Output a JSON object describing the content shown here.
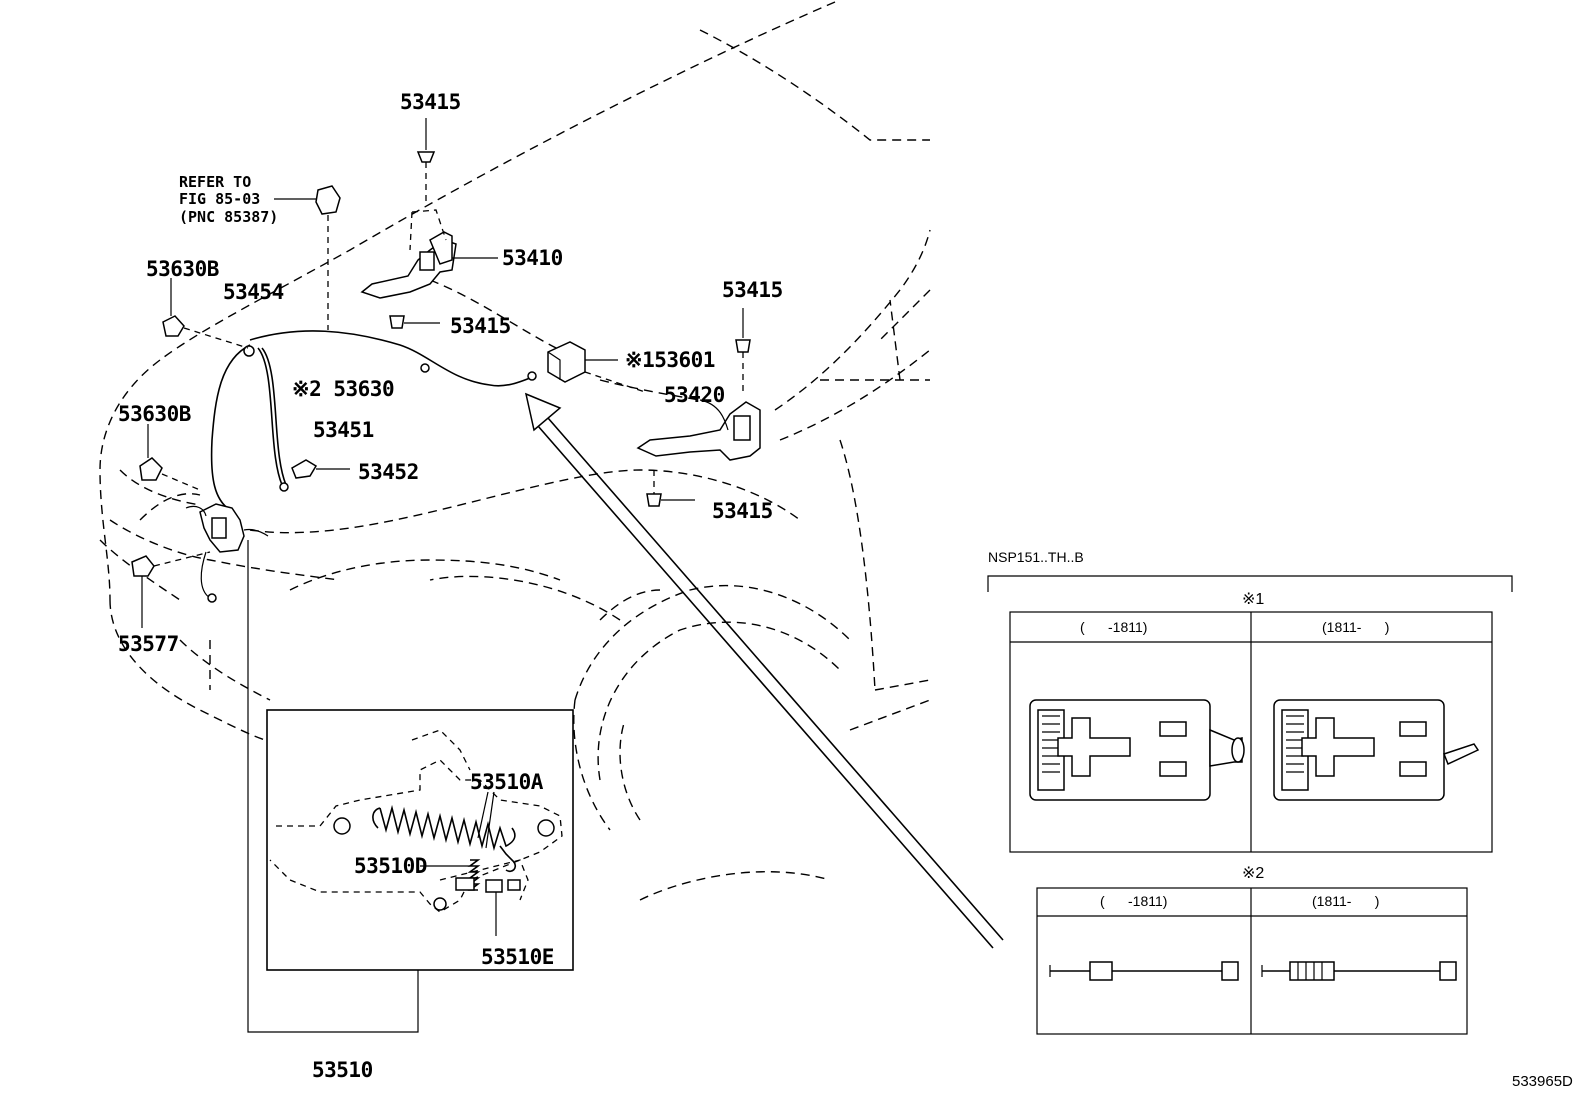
{
  "refer_note": [
    "REFER TO",
    "FIG 85-03",
    "(PNC 85387)"
  ],
  "part_labels": {
    "p53415_top": "53415",
    "p53410": "53410",
    "p53415_mid": "53415",
    "p53415_right": "53415",
    "p53415_low": "53415",
    "p53601": "※153601",
    "p53420": "53420",
    "p53630": "※2 53630",
    "p53630b_top": "53630B",
    "p53630b_low": "53630B",
    "p53454": "53454",
    "p53451": "53451",
    "p53452": "53452",
    "p53577": "53577",
    "p53510a": "53510A",
    "p53510d": "53510D",
    "p53510e": "53510E",
    "p53510": "53510"
  },
  "variant_panel": {
    "model": "NSP151..TH..B",
    "group1": {
      "mark": "※1",
      "col_left": "(      -1811)",
      "col_right": "(1811-      )"
    },
    "group2": {
      "mark": "※2",
      "col_left": "(      -1811)",
      "col_right": "(1811-      )"
    }
  },
  "figure_code": "533965D"
}
